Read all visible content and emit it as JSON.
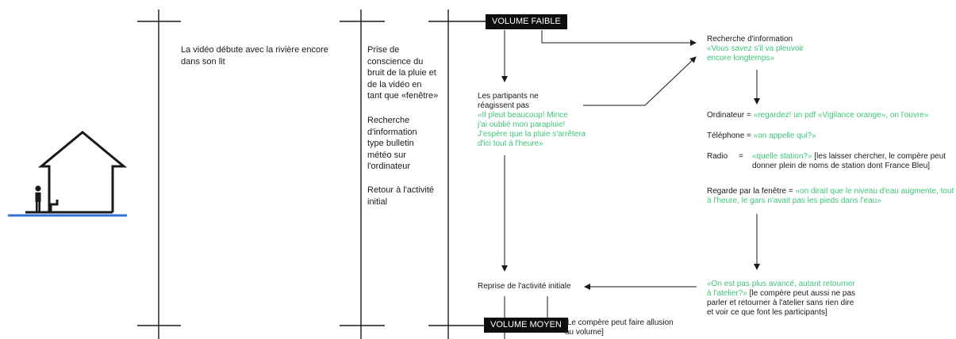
{
  "col1": {
    "text": "La vidéo débute avec la rivière encore\ndans son lit"
  },
  "col2": {
    "part1": "Prise de\nconscience du\nbruit de la pluie et\nde la vidéo en\ntant que «fenêtre»",
    "part2": "Recherche\nd'information\ntype bulletin\nmétéo sur\nl'ordinateur",
    "part3": "Retour à l'activité\ninitial"
  },
  "badges": {
    "volume_faible": "VOLUME FAIBLE",
    "volume_moyen": "VOLUME MOYEN"
  },
  "reactions": {
    "no_react": "Les partipants ne\nréagissent pas",
    "no_react_quote": "«Il pleut beaucoup! Mince\nj'ai oublié mon parapluie!\nJ'espère que la pluie s'arrêtera\nd'ici tout à l'heure»",
    "reprise": "Reprise de l'activité initiale",
    "moyen_note": "[Le compère peut faire allusion\nau volume]"
  },
  "info": {
    "title": "Recherche d'information",
    "quote": "«Vous savez s'il va pleuvoir\nencore longtemps»",
    "ordinateur_label": "Ordinateur = ",
    "ordinateur_quote": "«regardez! un pdf «Vigilance orange», on l'ouvre»",
    "telephone_label": "Téléphone = ",
    "telephone_quote": "«on appelle qui?»",
    "radio_label": "Radio",
    "radio_eq": "=",
    "radio_quote": "«quelle station?»",
    "radio_note_1": " [les laisser chercher, le compère peut",
    "radio_note_2": "donner plein de noms de station dont France Bleu]",
    "fenetre_label": "Regarde par la fenêtre = ",
    "fenetre_quote_1": "«on dirait que le niveau d'eau augmente, tout",
    "fenetre_quote_2": "à l'heure, le gars n'avait pas les pieds dans l'eau»",
    "final_quote_1": "«On est pas plus avancé, autant retourner",
    "final_quote_2": "à l'atelier?»",
    "final_note_1": " [le compère peut aussi ne pas",
    "final_note_2": "parler et retourner à l'atelier sans rien dire",
    "final_note_3": "et voir ce que font les participants]"
  },
  "colors": {
    "quote_green": "#3fc47a",
    "badge_black": "#0d0d0d",
    "water_blue": "#2f6fd6",
    "line": "#1a1a1a"
  },
  "icons": [
    "house-icon",
    "person-icon",
    "water-line-icon"
  ]
}
